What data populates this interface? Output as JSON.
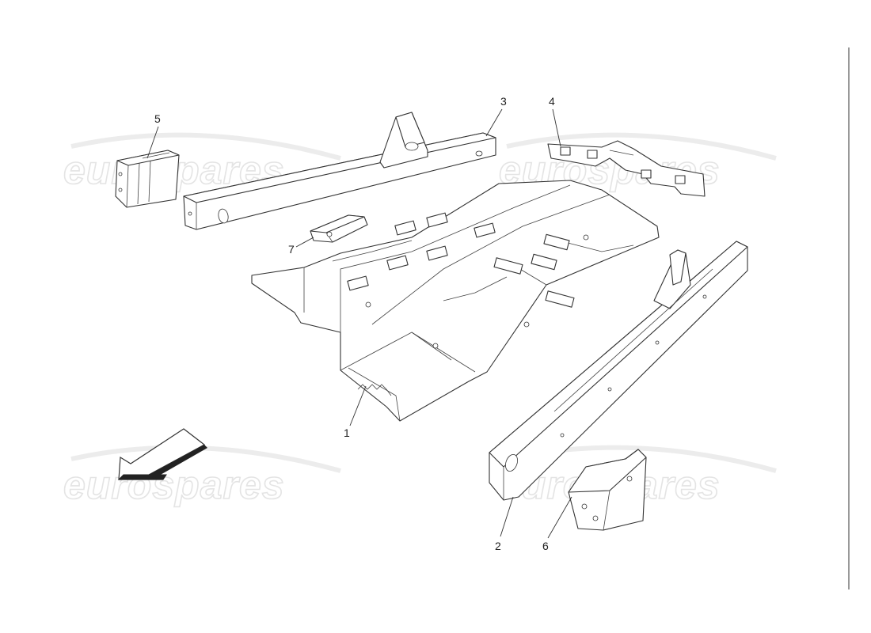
{
  "watermark_text": "eurospares",
  "callouts": [
    {
      "id": "1",
      "label": "1"
    },
    {
      "id": "2",
      "label": "2"
    },
    {
      "id": "3",
      "label": "3"
    },
    {
      "id": "4",
      "label": "4"
    },
    {
      "id": "5",
      "label": "5"
    },
    {
      "id": "6",
      "label": "6"
    },
    {
      "id": "7",
      "label": "7"
    }
  ],
  "icons": {
    "direction_arrow": "front-direction-arrow-icon"
  }
}
